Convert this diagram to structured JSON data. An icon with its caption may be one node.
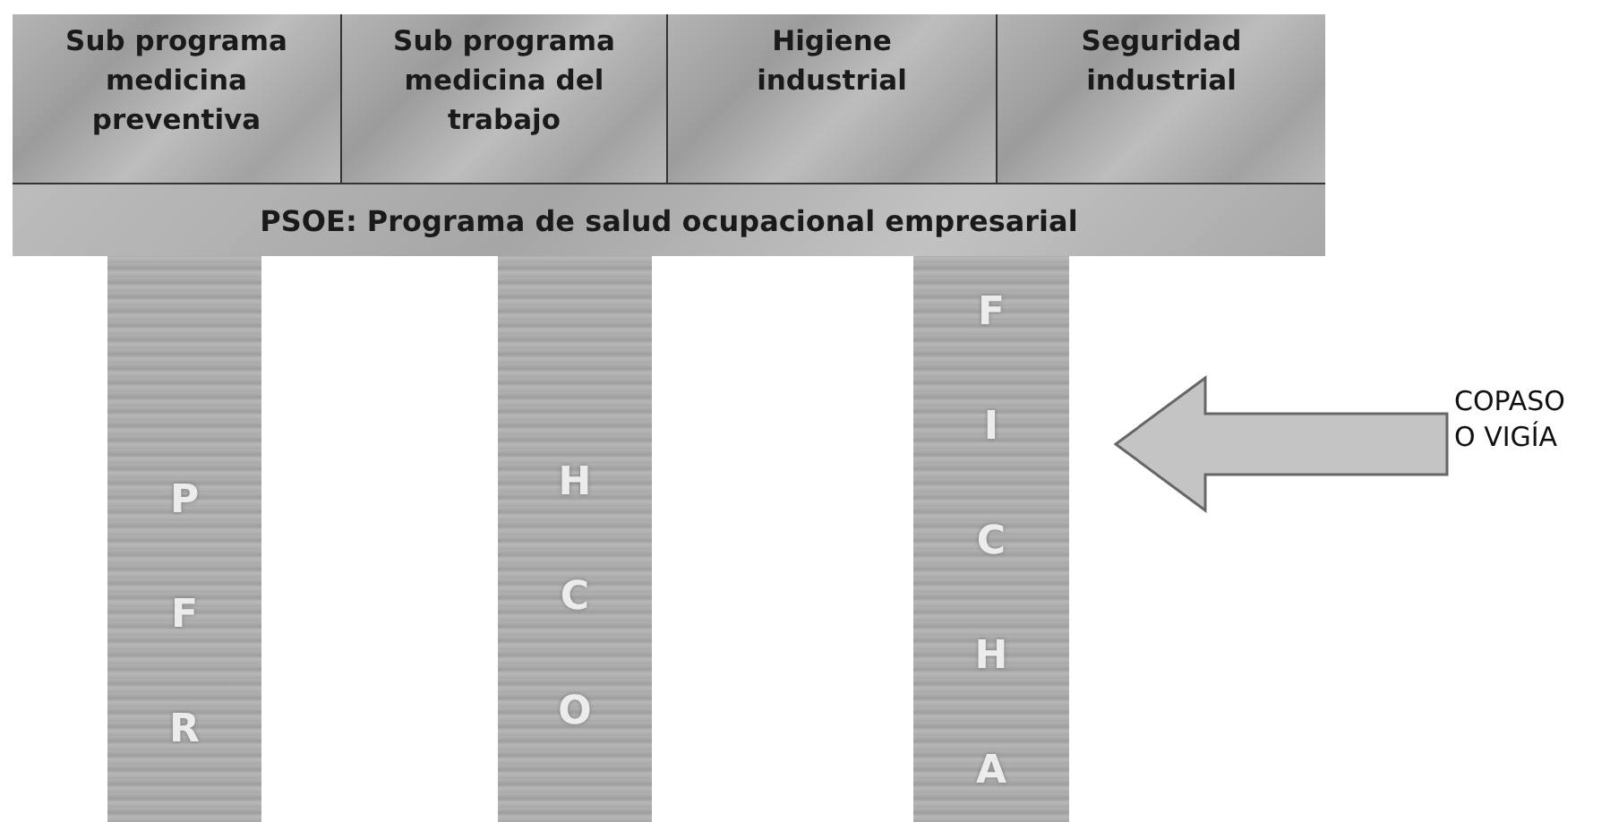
{
  "diagram": {
    "nodes": [
      {
        "text": [
          "Sub programa medicina preventiva"
        ]
      },
      {
        "text": [
          "Sub programa medicina del trabajo"
        ]
      },
      {
        "text": [
          "Higiene industrial"
        ]
      },
      {
        "text": [
          "Seguridad industrial"
        ]
      },
      {
        "text": [
          "PSOE: Programa de salud ocupacional empresarial"
        ]
      },
      {
        "text": [
          "P F R"
        ]
      },
      {
        "text": [
          "H C O"
        ]
      },
      {
        "text": [
          "F I C H A"
        ]
      },
      {
        "text": [
          "COPASO O VIGÍA"
        ]
      }
    ],
    "edges": [
      {
        "from": 8,
        "to": 7,
        "arrow": "to"
      }
    ]
  }
}
